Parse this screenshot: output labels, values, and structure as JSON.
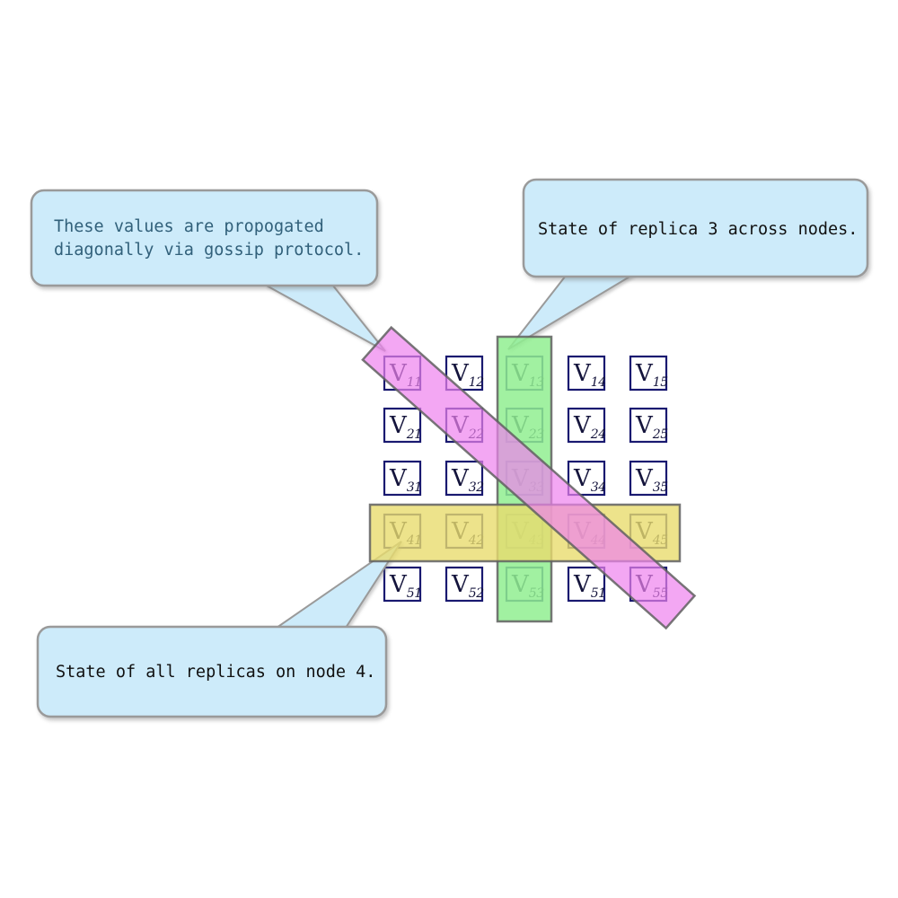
{
  "callouts": [
    {
      "name": "gossip",
      "lines": [
        "These values are propogated",
        "diagonally via gossip protocol."
      ]
    },
    {
      "name": "replica3",
      "lines": [
        "State of replica 3 across nodes."
      ]
    },
    {
      "name": "node4",
      "lines": [
        "State of all replicas on node 4."
      ]
    }
  ],
  "matrix": {
    "symbol": "V",
    "cells": [
      [
        "11",
        "12",
        "13",
        "14",
        "15"
      ],
      [
        "21",
        "22",
        "23",
        "24",
        "25"
      ],
      [
        "31",
        "32",
        "33",
        "34",
        "35"
      ],
      [
        "41",
        "42",
        "43",
        "44",
        "45"
      ],
      [
        "51",
        "52",
        "53",
        "51",
        "55"
      ]
    ]
  },
  "colors": {
    "callout_fill": "#CDEBFA",
    "callout_border": "#9A9A9A",
    "gossip_text": "#31607A",
    "callout_text": "#111111",
    "cell_border": "#191970",
    "cell_text": "#14143C",
    "column_highlight": "#90EE90",
    "row_highlight": "#E8DC6E",
    "diagonal_highlight": "#EE82EE",
    "highlight_border": "#606060"
  }
}
